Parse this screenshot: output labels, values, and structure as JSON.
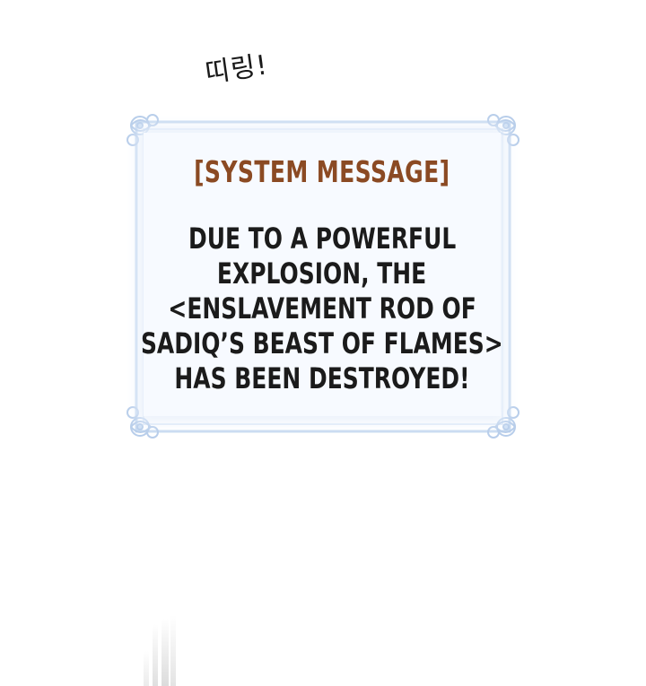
{
  "sfx": "띠링!",
  "system_message": {
    "title": "[SYSTEM MESSAGE]",
    "lines": [
      "DUE TO A POWERFUL",
      "EXPLOSION, THE",
      "<ENSLAVEMENT ROD OF",
      "SADIQ’S BEAST OF FLAMES>",
      "HAS BEEN DESTROYED!"
    ]
  },
  "colors": {
    "title": "#8b4a23",
    "body_text": "#1b1b1b",
    "frame": "#bfd4ee",
    "panel": "#f7faff"
  }
}
